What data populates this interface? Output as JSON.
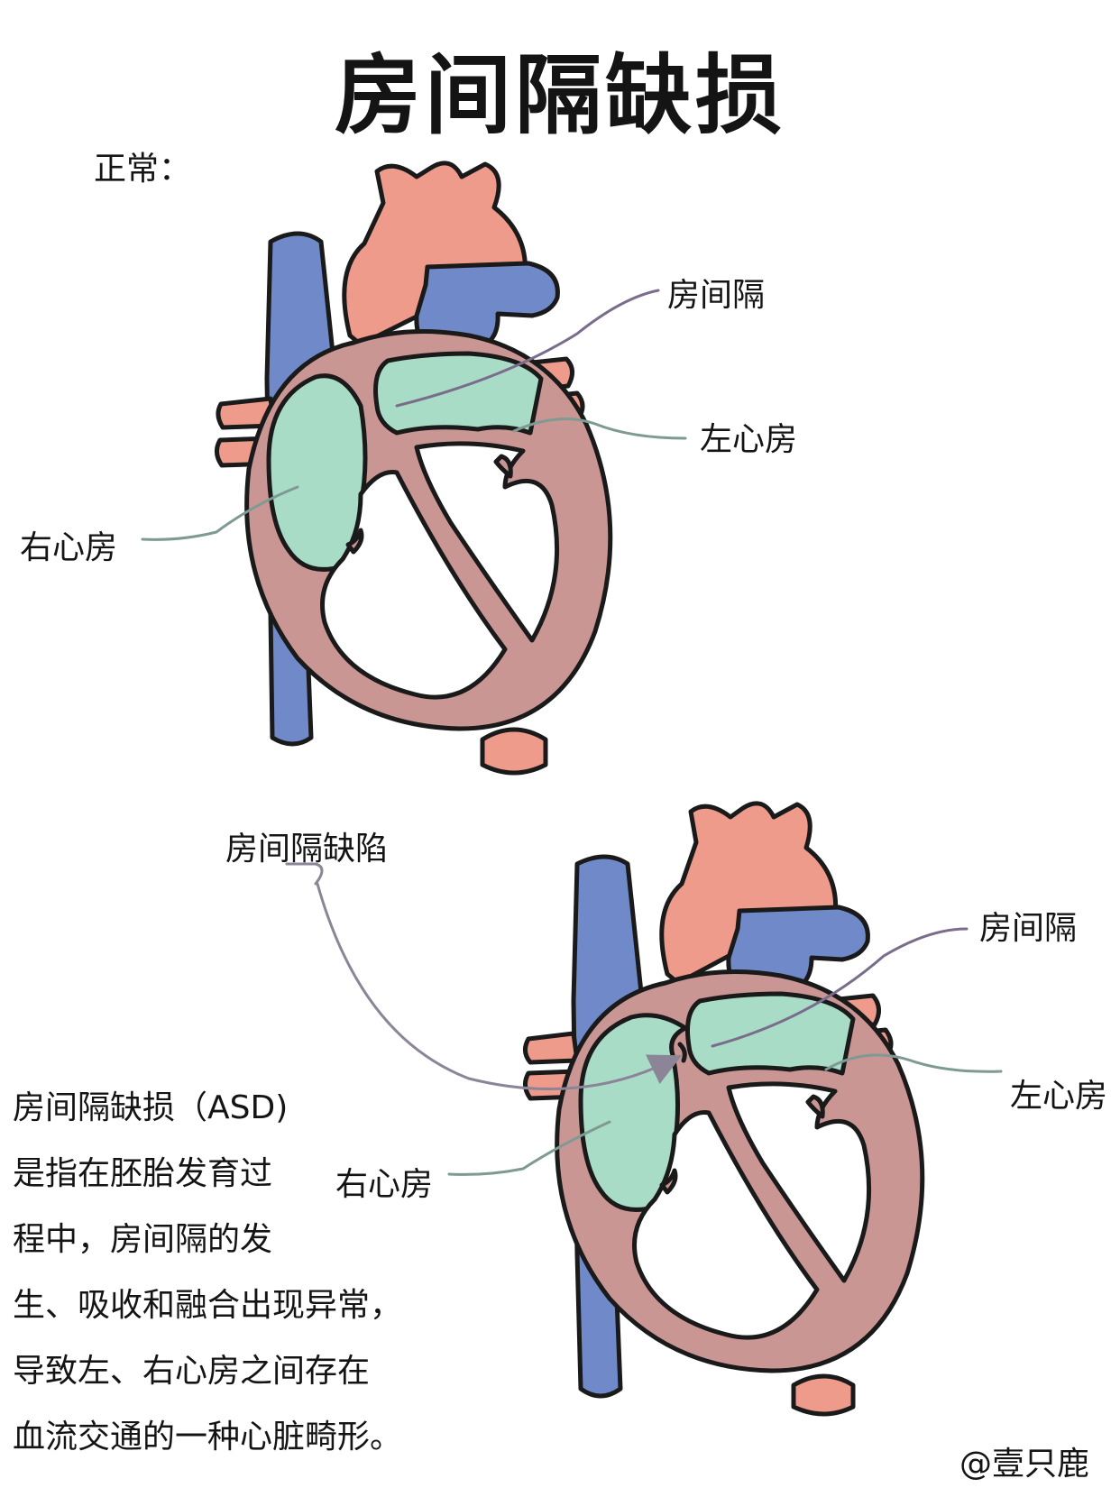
{
  "title": "房间隔缺损",
  "normal_label": "正常：",
  "normal_diagram": {
    "septum_label": "房间隔",
    "left_atrium_label": "左心房",
    "right_atrium_label": "右心房"
  },
  "asd_diagram": {
    "defect_label": "房间隔缺陷",
    "septum_label": "房间隔",
    "left_atrium_label": "左心房",
    "right_atrium_label": "右心房"
  },
  "description_lines": [
    "房间隔缺损（ASD)",
    "是指在胚胎发育过",
    "程中，房间隔的发",
    "生、吸收和融合出现异常，",
    "导致左、右心房之间存在",
    "血流交通的一种心脏畸形。"
  ],
  "signature": "@壹只鹿",
  "colors": {
    "aorta": "#ee9b8c",
    "vein": "#7089c8",
    "wall": "#c99694",
    "atrium": "#a9dcc7",
    "chamber": "#ffffff",
    "outline": "#1a1a1a",
    "leader": "#7e9a93",
    "pointer": "#8b8597"
  },
  "icons": [
    "heart-diagram-normal",
    "heart-diagram-asd",
    "arrow-pointer-icon"
  ]
}
